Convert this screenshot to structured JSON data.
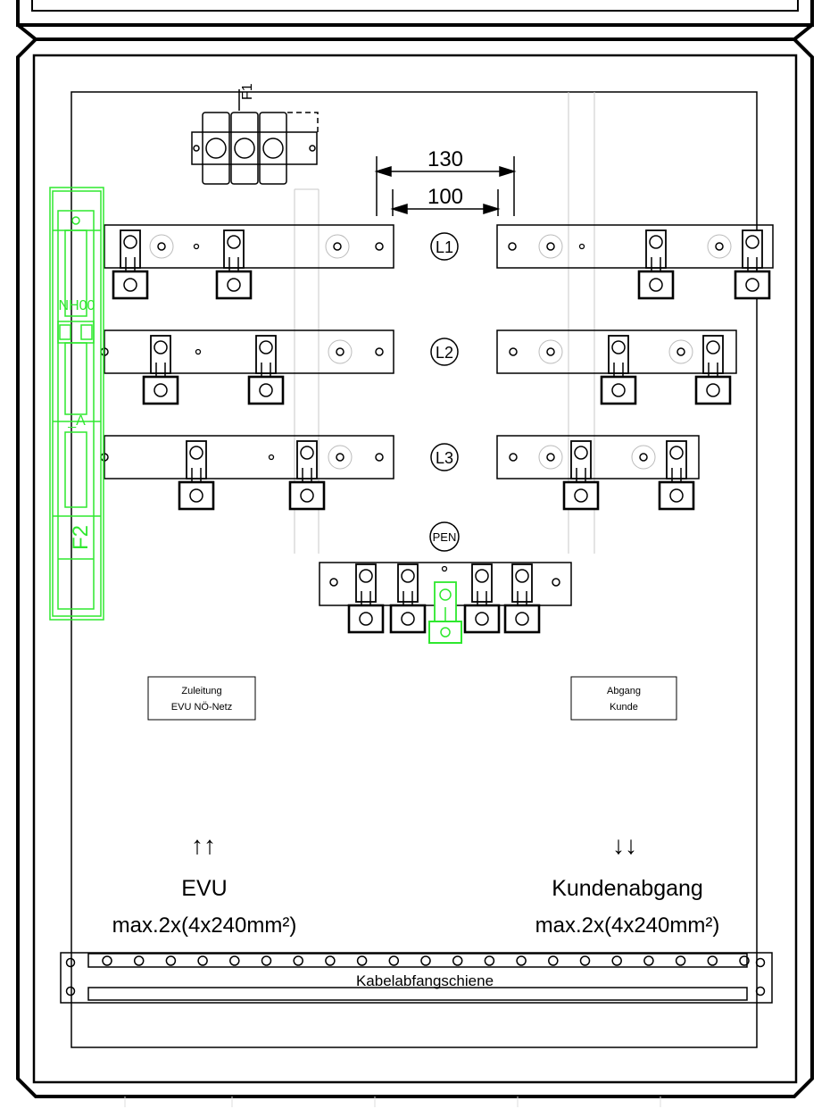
{
  "colors": {
    "line": "#000000",
    "fuse_green": "#2ee82e",
    "guide_gray": "#c8c8c8"
  },
  "dimensions": {
    "outer_value": "130",
    "inner_value": "100"
  },
  "fuse_top": {
    "label": "F1"
  },
  "fuse_side": {
    "type_label": "NH00",
    "rating_label": "_A",
    "id_label": "F2"
  },
  "phases": [
    {
      "label": "L1"
    },
    {
      "label": "L2"
    },
    {
      "label": "L3"
    }
  ],
  "pen": {
    "label": "PEN"
  },
  "boxes": {
    "left_line1": "Zuleitung",
    "left_line2": "EVU NÖ-Netz",
    "right_line1": "Abgang",
    "right_line2": "Kunde"
  },
  "cables": {
    "left_title": "EVU",
    "left_spec": "max.2x(4x240mm²)",
    "left_arrow": "↑↑",
    "right_title": "Kundenabgang",
    "right_spec": "max.2x(4x240mm²)",
    "right_arrow": "↓↓"
  },
  "rail": {
    "label": "Kabelabfangschiene"
  }
}
